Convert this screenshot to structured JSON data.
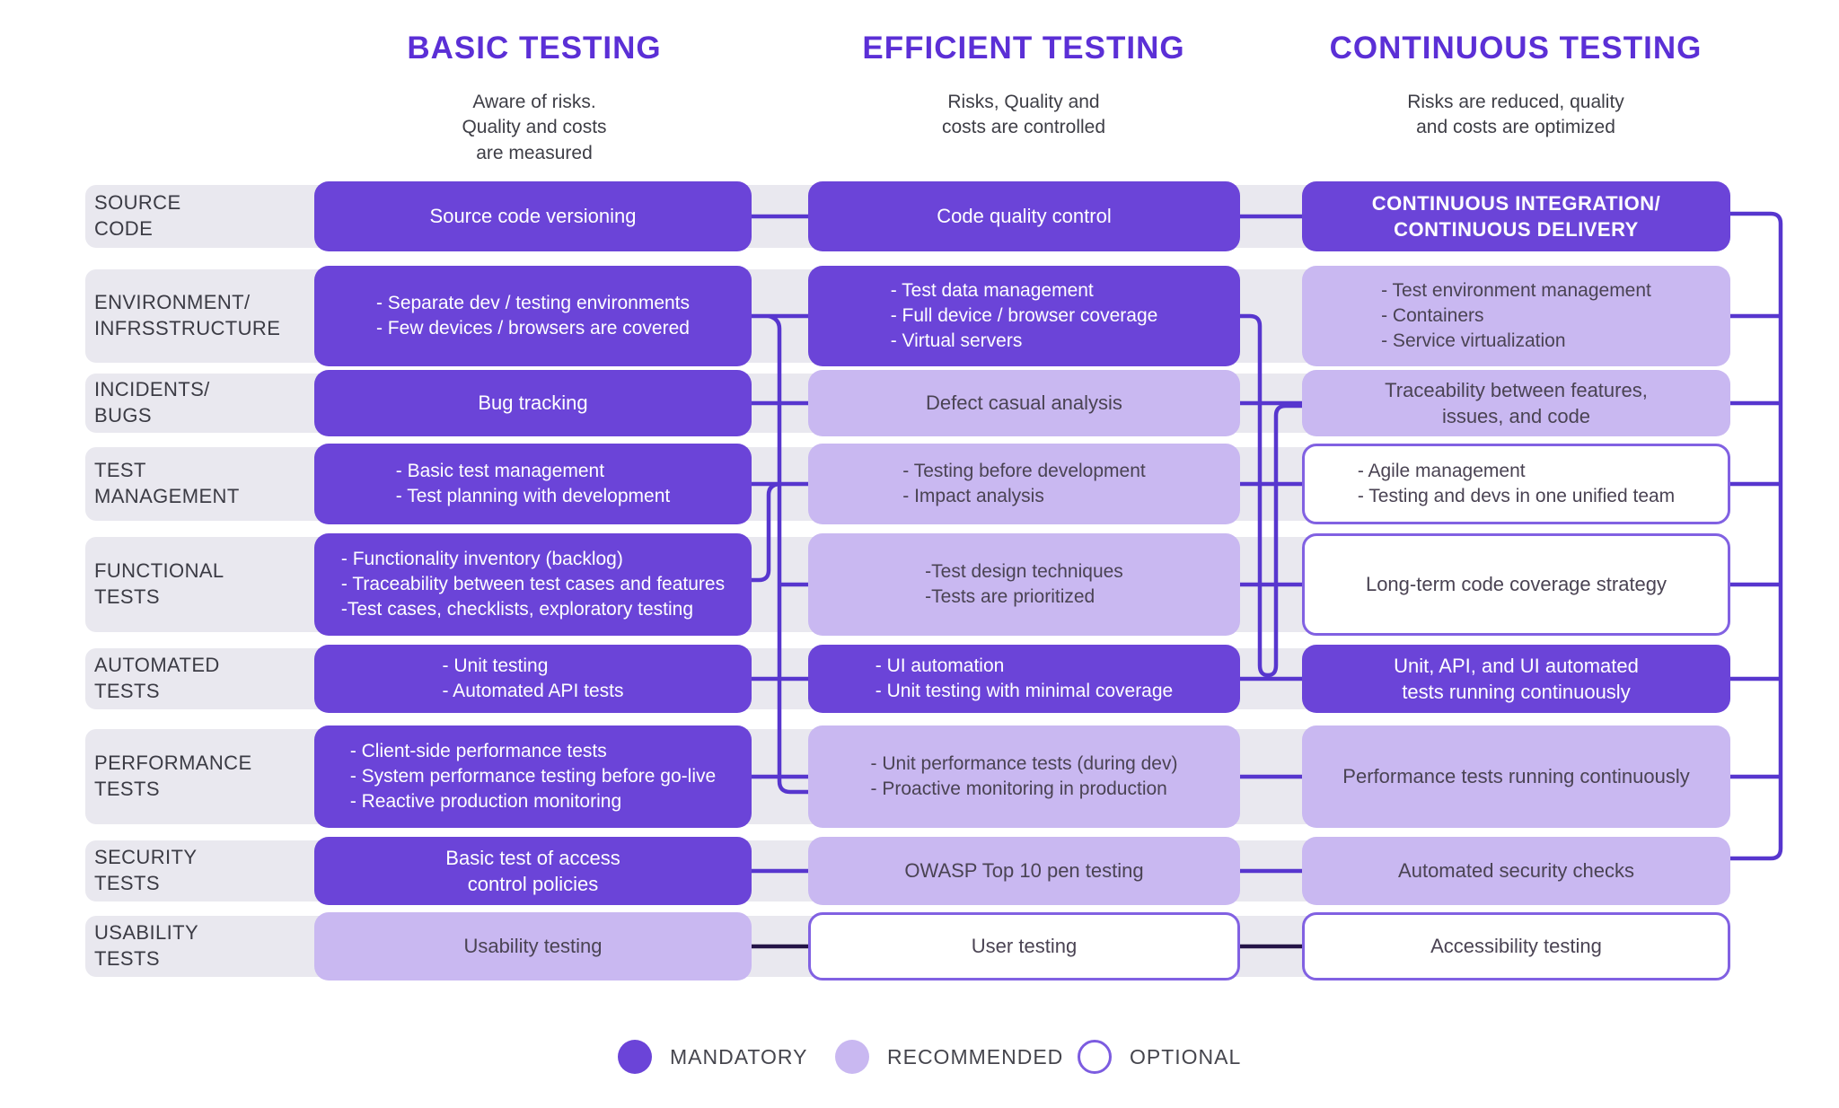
{
  "columns": [
    {
      "title": "BASIC TESTING",
      "subtitle": "Aware of risks.\nQuality and costs\nare measured"
    },
    {
      "title": "EFFICIENT TESTING",
      "subtitle": "Risks, Quality and\ncosts are controlled"
    },
    {
      "title": "CONTINUOUS TESTING",
      "subtitle": "Risks are reduced, quality\nand costs are optimized"
    }
  ],
  "rows": [
    {
      "label": "SOURCE\nCODE",
      "cells": [
        {
          "level": "mandatory",
          "lines": [
            "Source code versioning"
          ]
        },
        {
          "level": "mandatory",
          "lines": [
            "Code quality control"
          ]
        },
        {
          "level": "mandatory",
          "emphasis": true,
          "lines": [
            "CONTINUOUS INTEGRATION/",
            "CONTINUOUS DELIVERY"
          ]
        }
      ]
    },
    {
      "label": "ENVIRONMENT/\nINFRSSTRUCTURE",
      "cells": [
        {
          "level": "mandatory",
          "lines": [
            "- Separate dev / testing environments",
            "- Few devices / browsers are covered"
          ]
        },
        {
          "level": "mandatory",
          "lines": [
            "- Test data management",
            "- Full device / browser coverage",
            "- Virtual servers"
          ]
        },
        {
          "level": "recommended",
          "lines": [
            "- Test environment management",
            "- Containers",
            "- Service virtualization"
          ]
        }
      ]
    },
    {
      "label": "INCIDENTS/\nBUGS",
      "cells": [
        {
          "level": "mandatory",
          "lines": [
            "Bug tracking"
          ]
        },
        {
          "level": "recommended",
          "lines": [
            "Defect casual analysis"
          ]
        },
        {
          "level": "recommended",
          "lines": [
            "Traceability between features,",
            "issues, and code"
          ]
        }
      ]
    },
    {
      "label": "TEST\nMANAGEMENT",
      "cells": [
        {
          "level": "mandatory",
          "lines": [
            "- Basic test management",
            "- Test planning with development"
          ]
        },
        {
          "level": "recommended",
          "lines": [
            "- Testing before development",
            "- Impact analysis"
          ]
        },
        {
          "level": "optional",
          "lines": [
            "- Agile management",
            "- Testing and devs in one unified team"
          ]
        }
      ]
    },
    {
      "label": "FUNCTIONAL\nTESTS",
      "cells": [
        {
          "level": "mandatory",
          "lines": [
            "- Functionality inventory (backlog)",
            "- Traceability between test cases and features",
            "-Test cases, checklists, exploratory testing"
          ]
        },
        {
          "level": "recommended",
          "lines": [
            "-Test design techniques",
            "-Tests are prioritized"
          ]
        },
        {
          "level": "optional",
          "lines": [
            "Long-term code coverage strategy"
          ]
        }
      ]
    },
    {
      "label": "AUTOMATED\nTESTS",
      "cells": [
        {
          "level": "mandatory",
          "lines": [
            "- Unit testing",
            "- Automated API tests"
          ]
        },
        {
          "level": "mandatory",
          "lines": [
            "- UI automation",
            "- Unit testing with minimal coverage"
          ]
        },
        {
          "level": "mandatory",
          "lines": [
            "Unit, API, and UI automated",
            "tests running continuously"
          ]
        }
      ]
    },
    {
      "label": "PERFORMANCE\nTESTS",
      "cells": [
        {
          "level": "mandatory",
          "lines": [
            "- Client-side performance tests",
            "- System performance testing before go-live",
            "- Reactive production monitoring"
          ]
        },
        {
          "level": "recommended",
          "lines": [
            "- Unit performance tests (during dev)",
            "- Proactive monitoring in production"
          ]
        },
        {
          "level": "recommended",
          "lines": [
            "Performance tests running continuously"
          ]
        }
      ]
    },
    {
      "label": "SECURITY\nTESTS",
      "cells": [
        {
          "level": "mandatory",
          "lines": [
            "Basic test of access",
            "control policies"
          ]
        },
        {
          "level": "recommended",
          "lines": [
            "OWASP Top 10 pen testing"
          ]
        },
        {
          "level": "recommended",
          "lines": [
            "Automated security checks"
          ]
        }
      ]
    },
    {
      "label": "USABILITY\nTESTS",
      "cells": [
        {
          "level": "recommended",
          "lines": [
            "Usability testing"
          ]
        },
        {
          "level": "optional",
          "lines": [
            "User testing"
          ]
        },
        {
          "level": "optional",
          "lines": [
            "Accessibility testing"
          ]
        }
      ]
    }
  ],
  "legend": {
    "items": [
      {
        "level": "mandatory",
        "label": "MANDATORY"
      },
      {
        "level": "recommended",
        "label": "RECOMMENDED"
      },
      {
        "level": "optional",
        "label": "OPTIONAL"
      }
    ]
  },
  "colors": {
    "mandatory": "#6B44D8",
    "recommended": "#C9B8F1",
    "optional_border": "#8161E2",
    "accent_title": "#5B2FD6",
    "connector": "#5736CE",
    "connector_dark": "#241447",
    "row_band": "#E9E8EF"
  }
}
